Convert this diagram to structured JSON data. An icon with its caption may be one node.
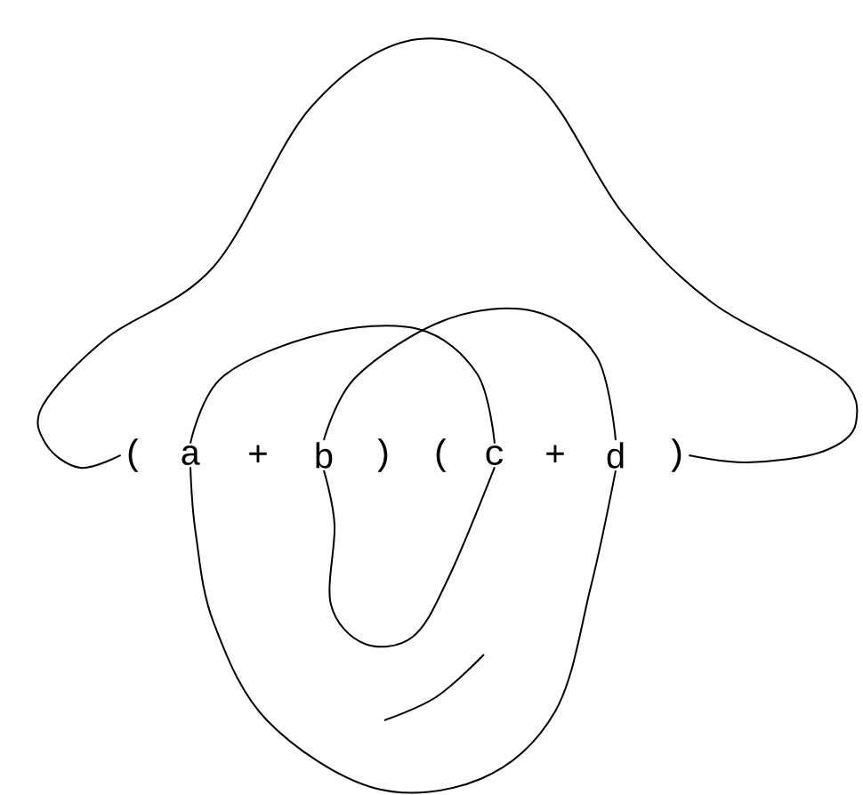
{
  "diagram": {
    "nodes": [
      {
        "text": [
          "("
        ]
      },
      {
        "text": [
          "a"
        ]
      },
      {
        "text": [
          "b"
        ]
      },
      {
        "text": [
          "c"
        ]
      },
      {
        "text": [
          "d"
        ]
      },
      {
        "text": [
          ")"
        ]
      }
    ],
    "edges": [
      {
        "from": 0,
        "to": 5,
        "arrow": "none"
      },
      {
        "from": 1,
        "to": 3,
        "arrow": "none"
      },
      {
        "from": 2,
        "to": 4,
        "arrow": "none"
      },
      {
        "from": 2,
        "to": 3,
        "arrow": "none"
      },
      {
        "from": 1,
        "to": 4,
        "arrow": "none"
      }
    ],
    "labels": [
      "+",
      ")",
      "(",
      "+"
    ]
  }
}
